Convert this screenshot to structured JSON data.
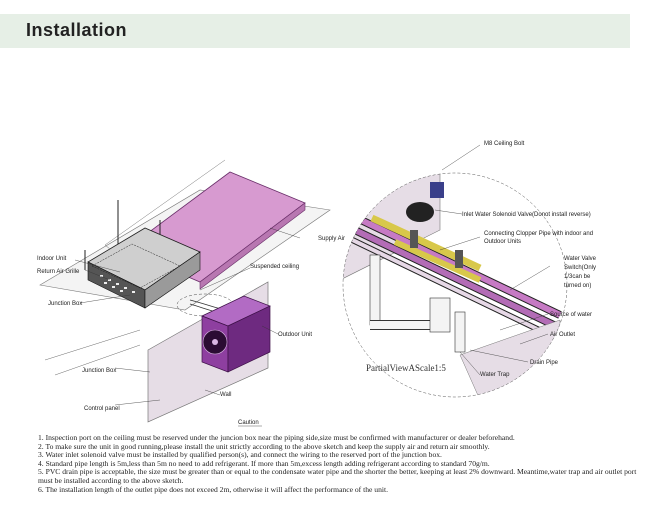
{
  "header": {
    "title": "Installation"
  },
  "diagram": {
    "labels": {
      "indoor_unit": "Indoor Unit",
      "return_air_grille": "Return Air Grille",
      "junction_box_top": "Junction Box",
      "junction_box_bottom": "Junction Box",
      "control_panel": "Control panel",
      "supply_air": "Supply Air",
      "suspended_ceiling": "Suspended ceiling",
      "outdoor_unit": "Outdoor Unit",
      "wall": "Wall",
      "caution": "Caution",
      "m8_ceiling_bolt": "M8 Ceiling Bolt",
      "inlet_water_valve": "Inlet Water Solenoid Valve(Donot install reverse)",
      "connecting_pipe_1": "Connecting Clopper Pipe with indoor and",
      "connecting_pipe_2": "Outdoor Units",
      "water_valve_1": "Water Valve",
      "water_valve_2": "Switch(Only",
      "water_valve_3": "1/3can be",
      "water_valve_4": "turned on)",
      "source_of_water": "Source of water",
      "air_outlet": "Air Outlet",
      "drain_pipe": "Drain Pipe",
      "water_trap": "Water Trap",
      "partial_view": "PartialViewAScale1:5"
    }
  },
  "notes": [
    "1.  Inspection port on the ceiling must be reserved under the juncion box near the piping side,size must be confirmed with manufacturer or dealer beforehand.",
    "2.  To make sure the unit in good running,please install the unit strictly according to the above sketch and keep the supply air and return air smoothly.",
    "3.  Water inlet solenoid valve must be installed by qualified person(s), and connect the wiring to the reserved port of the junction box.",
    "4.   Standard pipe length is 5m,less than 5m no need to add refrigerant. If more than 5m,excess length adding refrigerant according to standard 70g/m.",
    "5.  PVC drain pipe is acceptable, the size must be greater than or equal to the condensate water pipe and the shorter the better, keeping at least 2% downward. Meantime,water trap and air    outlet port must be installed according to the above sketch.",
    "6.   The installation length of the outlet pipe does not exceed 2m, otherwise it will affect the performance of the unit."
  ],
  "colors": {
    "header_bg": "#e6efe6",
    "duct": "#d79ad0",
    "outdoor": "#8e3fa0",
    "wall": "#e6dde6"
  }
}
